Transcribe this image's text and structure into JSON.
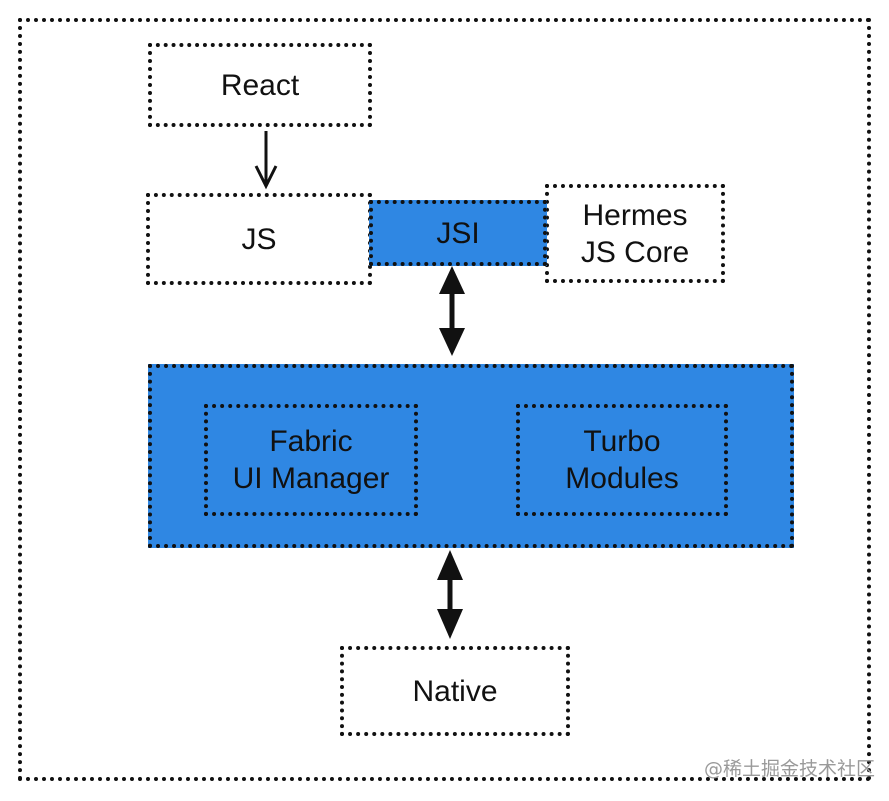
{
  "diagram": {
    "react_label": "React",
    "js_label": "JS",
    "jsi_label": "JSI",
    "hermes_label": "Hermes\nJS Core",
    "fabric_label": "Fabric\nUI Manager",
    "turbo_label": "Turbo\nModules",
    "native_label": "Native"
  },
  "colors": {
    "accent_blue": "#2f87e3",
    "border": "#111111"
  },
  "watermark": "@稀土掘金技术社区"
}
